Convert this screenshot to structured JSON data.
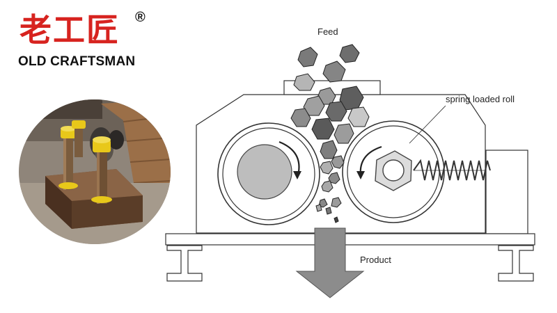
{
  "brand": {
    "name_cn": "老工匠",
    "registered_mark": "®",
    "name_en": "OLD CRAFTSMAN",
    "color_cn": "#d7231f"
  },
  "photo": {
    "subject": "anchor-bolts-on-base-plate",
    "bolt_cap_color": "#e8c81a"
  },
  "diagram": {
    "feed_label": "Feed",
    "spring_label": "spring loaded roll",
    "product_label": "Product"
  }
}
